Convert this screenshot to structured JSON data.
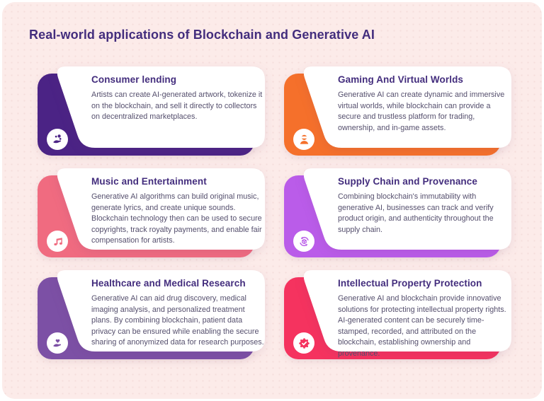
{
  "page": {
    "title": "Real-world applications of Blockchain and Generative AI",
    "background_color": "#fcebe9",
    "title_color": "#432d7d",
    "body_text_color": "#554f6d"
  },
  "cards": [
    {
      "title": "Consumer lending",
      "description": "Artists can create AI-generated artwork, tokenize it on the blockchain, and sell it directly to collectors on decentralized marketplaces.",
      "accent": "#4b2385",
      "icon": "hand-sparkles-icon"
    },
    {
      "title": "Gaming And Virtual Worlds",
      "description": "Generative AI can create dynamic and immersive virtual worlds, while blockchain can provide a secure and trustless platform for trading, ownership, and in-game assets.",
      "accent": "#f5702b",
      "icon": "vr-headset-icon"
    },
    {
      "title": "Music and Entertainment",
      "description": "Generative AI algorithms can build original music, generate lyrics, and create unique sounds. Blockchain technology then can be used to secure copyrights, track royalty payments, and enable fair compensation for artists.",
      "accent": "#f06b80",
      "icon": "music-note-icon"
    },
    {
      "title": "Supply Chain and Provenance",
      "description": "Combining blockchain's immutability with generative AI, businesses can track and verify product origin, and authenticity throughout the supply chain.",
      "accent": "#ba5ce9",
      "icon": "supply-cycle-icon"
    },
    {
      "title": "Healthcare and Medical Research",
      "description": "Generative AI can aid drug discovery, medical imaging analysis, and personalized treatment plans. By combining blockchain, patient data privacy can be ensured while enabling the secure sharing of anonymized data for research purposes.",
      "accent": "#7c50a5",
      "icon": "hand-heart-icon"
    },
    {
      "title": "Intellectual Property Protection",
      "description": "Generative AI and blockchain provide innovative solutions for protecting intellectual property rights. AI-generated content can be securely time-stamped, recorded, and attributed on the blockchain, establishing ownership and provenance.",
      "accent": "#f5335f",
      "icon": "badge-check-icon"
    }
  ]
}
